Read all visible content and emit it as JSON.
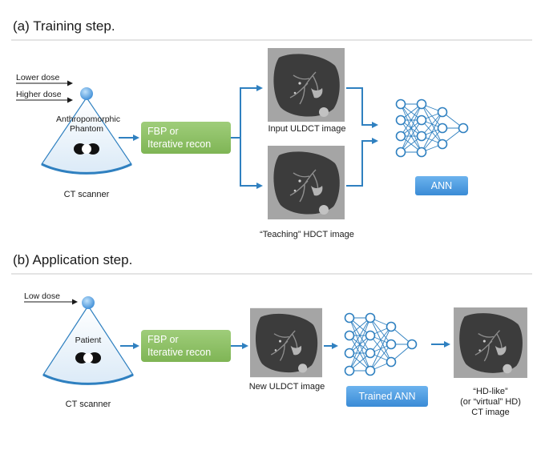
{
  "training": {
    "title": "(a) Training step.",
    "lower_dose": "Lower dose",
    "higher_dose": "Higher dose",
    "phantom_line1": "Anthropomorphic",
    "phantom_line2": "Phantom",
    "scanner_label": "CT scanner",
    "recon_line1": "FBP or",
    "recon_line2": "Iterative recon",
    "input_image_label": "Input ULDCT image",
    "teaching_image_label": "“Teaching”  HDCT image",
    "ann_label": "ANN"
  },
  "application": {
    "title": "(b) Application step.",
    "low_dose": "Low dose",
    "patient_label": "Patient",
    "scanner_label": "CT scanner",
    "recon_line1": "FBP or",
    "recon_line2": "Iterative recon",
    "new_image_label": "New ULDCT image",
    "trained_ann_label": "Trained ANN",
    "output_line1": "“HD-like”",
    "output_line2": "(or “virtual” HD)",
    "output_line3": "CT image"
  },
  "colors": {
    "accent_blue": "#2f80c0",
    "recon_green": "#8cc063",
    "ann_blue": "#4a9be0",
    "ct_gray": "#a9a9a9",
    "lung_dark": "#3c3c3c"
  }
}
